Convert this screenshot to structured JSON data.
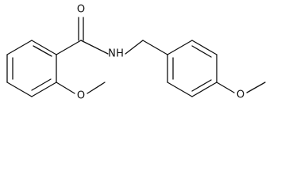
{
  "molecule": {
    "atoms": {
      "carbonyl_oxygen": "O",
      "amide_nitrogen": "N",
      "hydrogen_on_nitrogen": "H",
      "ortho_methoxy_oxygen": "O",
      "para_methoxy_oxygen": "O"
    },
    "colors": {
      "bond": "#111111",
      "label": "#111111",
      "background": "#ffffff"
    }
  }
}
